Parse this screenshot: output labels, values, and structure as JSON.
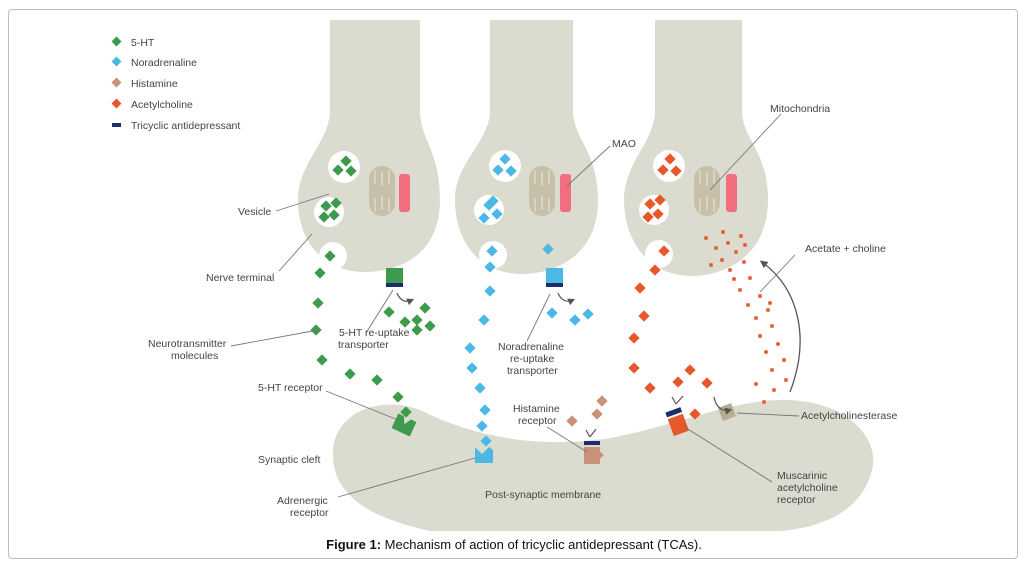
{
  "legend": [
    {
      "label": "5-HT",
      "color": "#3e9a4c",
      "shape": "diamond"
    },
    {
      "label": "Noradrenaline",
      "color": "#4bb8e6",
      "shape": "diamond"
    },
    {
      "label": "Histamine",
      "color": "#c8917a",
      "shape": "diamond"
    },
    {
      "label": "Acetylcholine",
      "color": "#e5582a",
      "shape": "diamond"
    },
    {
      "label": "Tricyclic antidepressant",
      "color": "#1f2d6b",
      "shape": "bar"
    }
  ],
  "labels": {
    "vesicle": "Vesicle",
    "nerve_terminal": "Nerve terminal",
    "neurotransmitter_1": "Neurotransmitter",
    "neurotransmitter_2": "molecules",
    "ht_reuptake_1": "5-HT re-uptake",
    "ht_reuptake_2": "transporter",
    "ht_receptor": "5-HT receptor",
    "synaptic_cleft": "Synaptic cleft",
    "adrenergic_1": "Adrenergic",
    "adrenergic_2": "receptor",
    "mao": "MAO",
    "na_reuptake_1": "Noradrenaline",
    "na_reuptake_2": "re-uptake",
    "na_reuptake_3": "transporter",
    "histamine_receptor_1": "Histamine",
    "histamine_receptor_2": "receptor",
    "postsynaptic": "Post-synaptic membrane",
    "mitochondria": "Mitochondria",
    "acetate_choline": "Acetate + choline",
    "acetylcholinesterase": "Acetylcholinesterase",
    "muscarinic_1": "Muscarinic",
    "muscarinic_2": "acetylcholine",
    "muscarinic_3": "receptor"
  },
  "colors": {
    "tissue": "#dcdbd0",
    "mitochondria": "#c7bfa8",
    "mao": "#f26d7d",
    "tca": "#1f2d6b"
  },
  "caption": {
    "bold": "Figure 1:",
    "text": " Mechanism of action of tricyclic antidepressant (TCAs)."
  }
}
